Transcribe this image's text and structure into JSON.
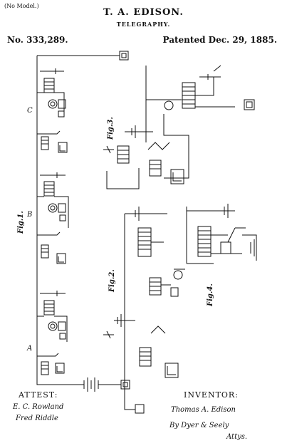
{
  "header": {
    "model_note": "(No Model.)",
    "inventor_name": "T. A. EDISON.",
    "subject": "TELEGRAPHY.",
    "patent_number": "No. 333,289.",
    "patent_date": "Patented Dec. 29, 1885."
  },
  "figures": {
    "fig1": "Fig.1.",
    "fig2": "Fig.2.",
    "fig3": "Fig.3.",
    "fig4": "Fig.4."
  },
  "stations": {
    "a": "A",
    "b": "B",
    "c": "C"
  },
  "footer": {
    "attest_label": "ATTEST:",
    "inventor_label": "INVENTOR:",
    "witness_1": "E. C. Rowland",
    "witness_2": "Fred Riddle",
    "inventor_signature": "Thomas A. Edison",
    "attorney_line": "By Dyer & Seely",
    "attorney_suffix": "Attys."
  },
  "colors": {
    "ink": "#111111",
    "paper": "#ffffff"
  }
}
